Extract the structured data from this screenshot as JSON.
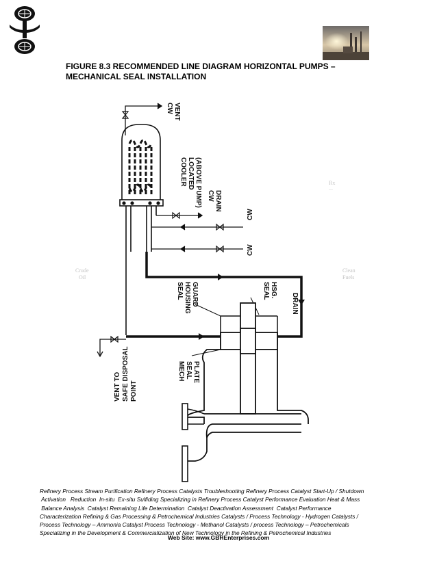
{
  "title": {
    "line1": "FIGURE 8.3 RECOMMENDED LINE DIAGRAM HORIZONTAL PUMPS –",
    "line2": "MECHANICAL SEAL INSTALLATION"
  },
  "diagram": {
    "labels": {
      "cw_vent": [
        "CW",
        "VENT"
      ],
      "cooler": [
        "COOLER",
        "LOCATED",
        "(ABOVE PUMP)"
      ],
      "cw_drain": [
        "CW",
        "DRAIN"
      ],
      "cw_upper": "CW",
      "cw_lower": "CW",
      "seal_housing_guard": [
        "SEAL",
        "HOUSING",
        "GUARD"
      ],
      "seal_hsg": [
        "SEAL",
        "HSG."
      ],
      "drain": "DRAIN",
      "vent_safe_disposal": [
        "VENT TO",
        "SAFE DISPOSAL",
        "POINT"
      ],
      "mech_seal_plate": [
        "MECH",
        "SEAL",
        "PLATE"
      ]
    },
    "watermark": {
      "left": [
        "Crude",
        "Oil"
      ],
      "right": [
        "Clean",
        "Fuels"
      ],
      "upper_right": [
        "Rx",
        "..."
      ]
    }
  },
  "footer": {
    "lines": [
      "Refinery Process Stream Purification Refinery Process Catalysts Troubleshooting Refinery Process Catalyst Start-Up / Shutdown",
      " Activation   Reduction  In-situ  Ex-situ Sulfiding Specializing in Refinery Process Catalyst Performance Evaluation Heat & Mass",
      " Balance Analysis  Catalyst Remaining Life Determination  Catalyst Deactivation Assessment  Catalyst Performance",
      "Characterization  Refining  & Gas Processing &  Petrochemical Industries  Catalysts / Process Technology - Hydrogen  Catalysts /",
      "Process Technology – Ammonia  Catalyst Process Technology - Methanol  Catalysts / process Technology – Petrochemicals",
      "Specializing in the Development  & Commercialization of New Technology in the Refining &   Petrochemical Industries"
    ],
    "website": "Web Site: www.GBHEnterprises.com"
  },
  "colors": {
    "ink": "#000000",
    "watermark": "#c4c4c4",
    "paper": "#ffffff"
  }
}
